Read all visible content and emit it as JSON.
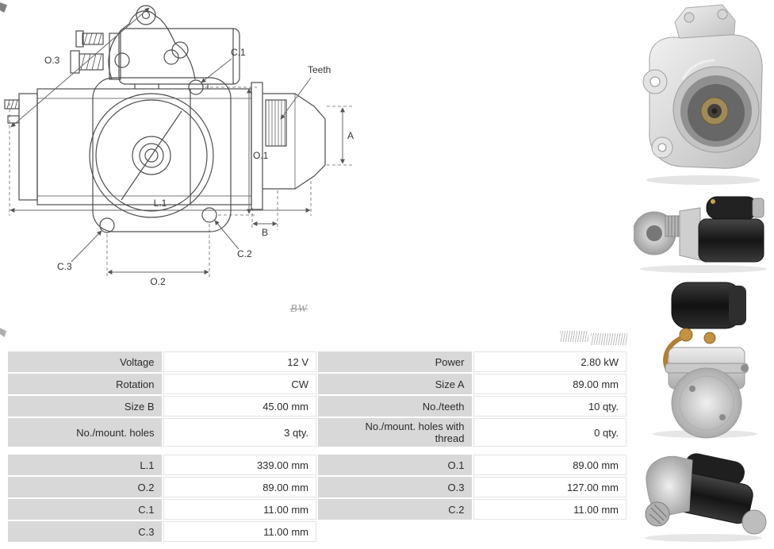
{
  "watermarks": {
    "center": "BW"
  },
  "diagrams": {
    "side": {
      "teeth": "Teeth",
      "a": "A",
      "l1": "L.1",
      "b": "B"
    },
    "front": {
      "o3": "O.3",
      "c1": "C.1",
      "o1": "O.1",
      "c3": "C.3",
      "o2": "O.2",
      "c2": "C.2"
    }
  },
  "table": {
    "main": [
      {
        "l1": "Voltage",
        "v1": "12 V",
        "l2": "Power",
        "v2": "2.80 kW"
      },
      {
        "l1": "Rotation",
        "v1": "CW",
        "l2": "Size A",
        "v2": "89.00 mm"
      },
      {
        "l1": "Size B",
        "v1": "45.00 mm",
        "l2": "No./teeth",
        "v2": "10 qty."
      },
      {
        "l1": "No./mount. holes",
        "v1": "3 qty.",
        "l2": "No./mount. holes with thread",
        "v2": "0 qty."
      }
    ],
    "dims": [
      {
        "l1": "L.1",
        "v1": "339.00 mm",
        "l2": "O.1",
        "v2": "89.00 mm"
      },
      {
        "l1": "O.2",
        "v1": "89.00 mm",
        "l2": "O.3",
        "v2": "127.00 mm"
      },
      {
        "l1": "C.1",
        "v1": "11.00 mm",
        "l2": "C.2",
        "v2": "11.00 mm"
      },
      {
        "l1": "C.3",
        "v1": "11.00 mm"
      }
    ]
  }
}
